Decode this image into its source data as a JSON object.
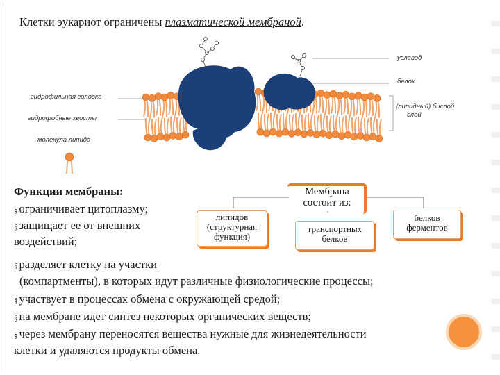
{
  "title": {
    "prefix": "Клетки эукариот ограничены ",
    "underlined": "плазматической мембраной",
    "suffix": "."
  },
  "diagram": {
    "labels": {
      "carbohydrate": "углевод",
      "protein": "белок",
      "hydrophilic_head": "гидрофильная головка",
      "hydrophobic_tails": "гидрофобные хвосты",
      "bilayer_line1": "(липидный) бислой",
      "bilayer_line2": "слой",
      "lipid_molecule": "молекула липида"
    },
    "colors": {
      "lipid": "#f08a3c",
      "protein": "#1b3f78",
      "tail": "#f2a46a"
    }
  },
  "functions": {
    "heading": "Функции мембраны:",
    "items_left": [
      "ограничивает цитоплазму;",
      "защищает ее от внешних",
      "воздействий;"
    ],
    "items_full": [
      "разделяет клетку на участки",
      "(компартменты), в которых идут различные физиологические процессы;",
      "участвует в процессах обмена с окружающей средой;",
      "на мембране идет синтез некоторых органических веществ;",
      "через мембрану переносятся вещества нужные для жизнедеятельности",
      "клетки и удаляются продукты обмена."
    ]
  },
  "composition": {
    "head_line1": "Мембрана",
    "head_line2": "состоит из:",
    "lipids_line1": "липидов",
    "lipids_line2": "(структурная",
    "lipids_line3": "функция)",
    "transport_line1": "транспортных",
    "transport_line2": "белков",
    "enzymes_line1": "белков",
    "enzymes_line2": "ферментов",
    "accent": "#e87a28"
  }
}
